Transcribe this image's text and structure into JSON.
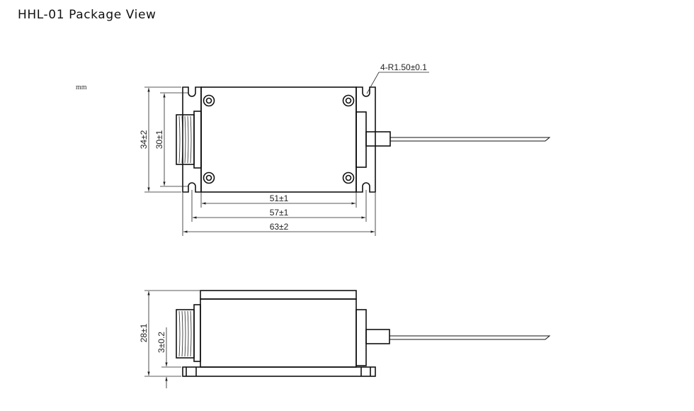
{
  "title": "HHL-01 Package View",
  "unit": "mm",
  "top_view": {
    "dim_height_outer": "34±2",
    "dim_height_holes": "30±1",
    "dim_width_body": "51±1",
    "dim_width_holes": "57±1",
    "dim_width_outer": "63±2",
    "hole_callout": "4-R1.50±0.1"
  },
  "side_view": {
    "dim_height_total": "28±1",
    "dim_base_thickness": "3±0.2"
  }
}
